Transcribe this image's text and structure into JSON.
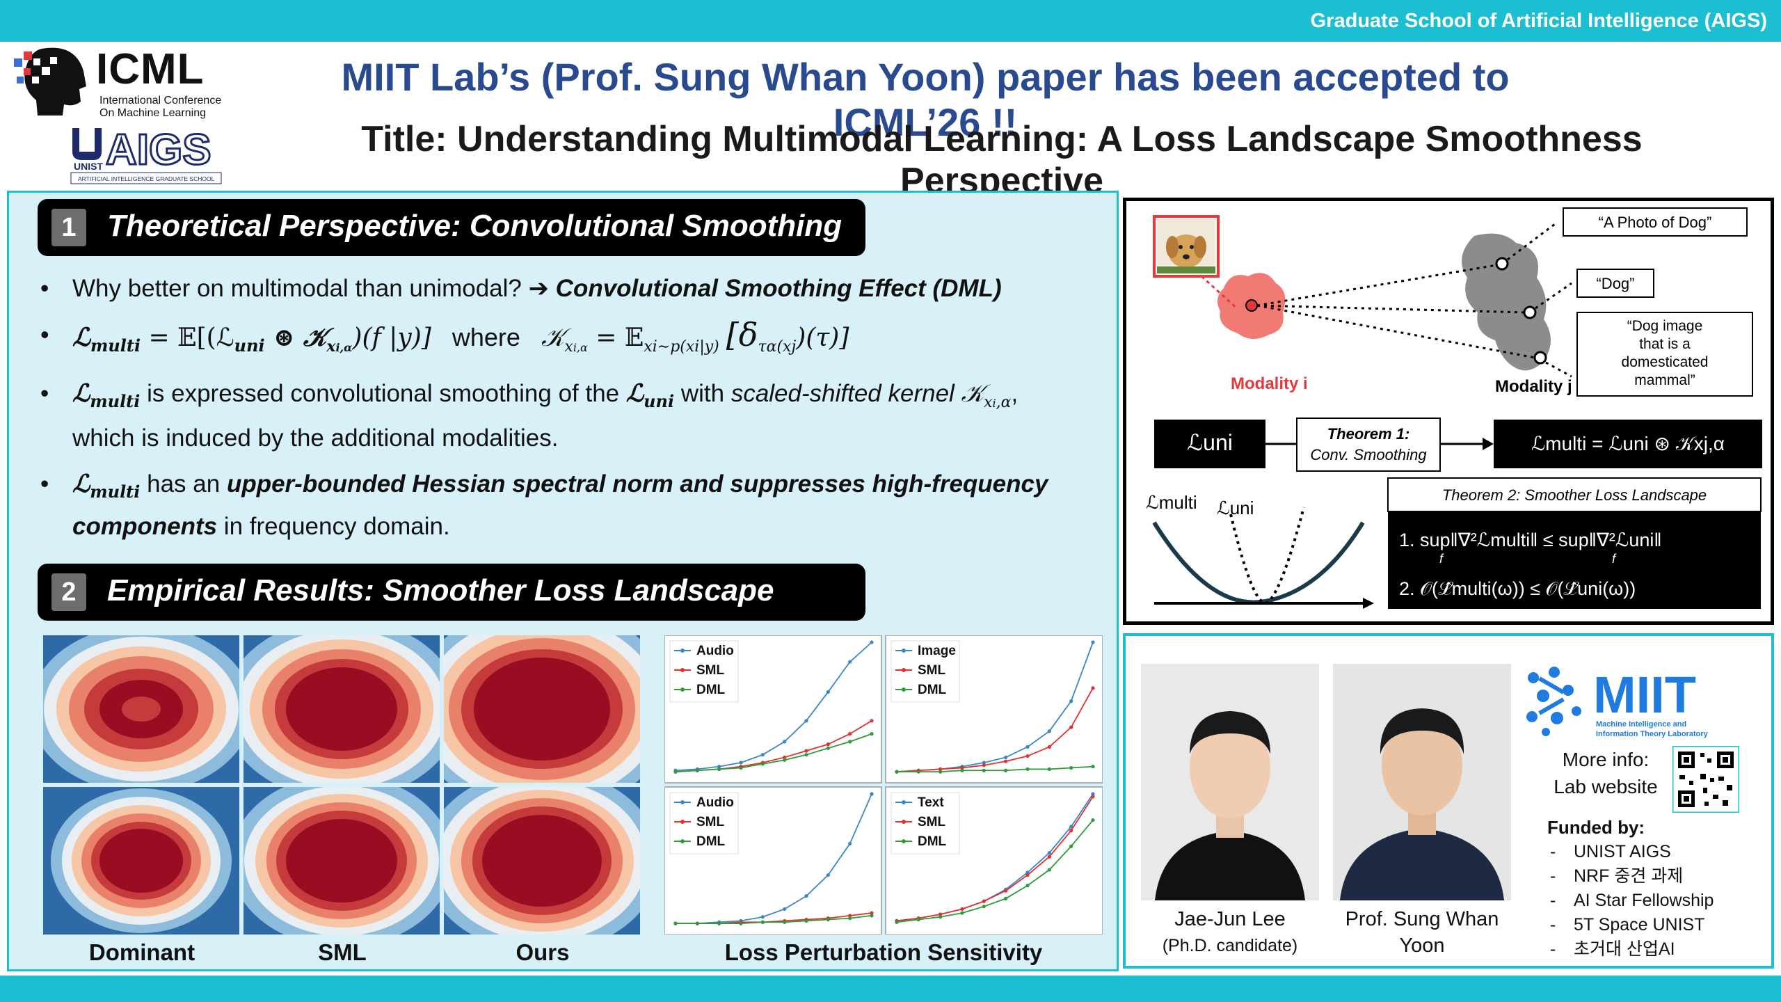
{
  "header": {
    "org": "Graduate School of Artificial Intelligence (AIGS)",
    "headline": "MIIT Lab’s (Prof. Sung Whan Yoon) paper has been accepted to ICML’26 !!",
    "title": "Title: Understanding Multimodal Learning: A Loss Landscape Smoothness Perspective"
  },
  "logos": {
    "icml": "ICML",
    "icml_sub1": "International Conference",
    "icml_sub2": "On Machine Learning",
    "aigs": "AIGS",
    "aigs_unist": "UNIST",
    "aigs_sub": "ARTIFICIAL INTELLIGENCE GRADUATE SCHOOL"
  },
  "section1": {
    "num": "1",
    "title": "Theoretical Perspective: Convolutional Smoothing",
    "b1_text": "Why better on multimodal than unimodal? ➔ ",
    "b1_emph": "Convolutional Smoothing Effect (DML)",
    "b2_lhs": "ℒ",
    "b2_lhs_sub": "multi",
    "b2_eq": " = 𝔼[(ℒ",
    "b2_uni": "uni",
    "b2_conv": " ⊛ 𝒦",
    "b2_k_sub": "x",
    "b2_k_sub2": "i,α",
    "b2_tail": ")(f |y)]",
    "b2_where": "where",
    "b2_rhs": "𝒦",
    "b2_rhs_eq": " = 𝔼",
    "b2_rhs_sub": "x",
    "b2_rhs_dist": "i∼p(x",
    "b2_rhs_dist2": "i",
    "b2_rhs_dist3": "|y)",
    "b2_delta": "[δ",
    "b2_delta_sub": "τ",
    "b2_delta_sub2": "α(x",
    "b2_delta_sub3": "j",
    "b2_delta_tail": ")(τ)]",
    "b3_a": "is expressed convolutional smoothing of the ",
    "b3_b": "with ",
    "b3_c": "scaled-shifted kernel ",
    "b3_d": "which is induced by the additional modalities.",
    "b4_a": "has an ",
    "b4_b": "upper-bounded Hessian spectral norm and suppresses high-frequency components",
    "b4_c": " in frequency domain."
  },
  "section2": {
    "num": "2",
    "title": "Empirical Results: Smoother Loss Landscape",
    "heat_labels": [
      "Dominant",
      "SML",
      "Ours"
    ],
    "chart_label": "Loss Perturbation Sensitivity"
  },
  "chart_data": [
    {
      "type": "line",
      "series": [
        {
          "name": "Audio",
          "values": [
            0.02,
            0.03,
            0.05,
            0.08,
            0.14,
            0.24,
            0.4,
            0.62,
            0.85,
            1.0
          ]
        },
        {
          "name": "SML",
          "values": [
            0.01,
            0.02,
            0.03,
            0.05,
            0.08,
            0.12,
            0.17,
            0.22,
            0.3,
            0.4
          ]
        },
        {
          "name": "DML",
          "values": [
            0.01,
            0.02,
            0.03,
            0.04,
            0.07,
            0.1,
            0.14,
            0.19,
            0.24,
            0.3
          ]
        }
      ]
    },
    {
      "type": "line",
      "series": [
        {
          "name": "Image",
          "values": [
            0.01,
            0.02,
            0.03,
            0.05,
            0.08,
            0.12,
            0.2,
            0.32,
            0.55,
            1.0
          ]
        },
        {
          "name": "SML",
          "values": [
            0.01,
            0.02,
            0.03,
            0.04,
            0.06,
            0.09,
            0.13,
            0.2,
            0.35,
            0.65
          ]
        },
        {
          "name": "DML",
          "values": [
            0.01,
            0.01,
            0.01,
            0.02,
            0.02,
            0.02,
            0.03,
            0.03,
            0.04,
            0.05
          ]
        }
      ]
    },
    {
      "type": "line",
      "series": [
        {
          "name": "Audio",
          "values": [
            0.01,
            0.01,
            0.02,
            0.03,
            0.06,
            0.12,
            0.22,
            0.38,
            0.62,
            1.0
          ]
        },
        {
          "name": "SML",
          "values": [
            0.01,
            0.01,
            0.01,
            0.02,
            0.02,
            0.03,
            0.04,
            0.05,
            0.07,
            0.09
          ]
        },
        {
          "name": "DML",
          "values": [
            0.01,
            0.01,
            0.01,
            0.01,
            0.02,
            0.02,
            0.03,
            0.04,
            0.05,
            0.07
          ]
        }
      ]
    },
    {
      "type": "line",
      "series": [
        {
          "name": "Text",
          "values": [
            0.03,
            0.05,
            0.08,
            0.12,
            0.18,
            0.27,
            0.4,
            0.55,
            0.75,
            1.0
          ]
        },
        {
          "name": "SML",
          "values": [
            0.03,
            0.05,
            0.08,
            0.12,
            0.18,
            0.26,
            0.38,
            0.52,
            0.72,
            0.98
          ]
        },
        {
          "name": "DML",
          "values": [
            0.02,
            0.04,
            0.06,
            0.09,
            0.14,
            0.2,
            0.3,
            0.42,
            0.6,
            0.8
          ]
        }
      ]
    }
  ],
  "diagram": {
    "modality_i": "Modality i",
    "modality_j": "Modality j",
    "cap1": "“A Photo of Dog”",
    "cap2": "“Dog”",
    "cap3_l1": "“Dog image",
    "cap3_l2": "that is a",
    "cap3_l3": "domesticated",
    "cap3_l4": "mammal”",
    "luni": "ℒuni",
    "thm1_l1": "Theorem 1:",
    "thm1_l2": "Conv. Smoothing",
    "lmulti_eq": "ℒmulti = ℒuni ⊛ 𝒦xj,α",
    "plot_lmulti": "ℒmulti",
    "plot_luni": "ℒuni",
    "thm2_title": "Theorem 2: Smoother Loss Landscape",
    "thm2_l1": "1. sup‖∇²ℒmulti‖  ≤ sup‖∇²ℒuni‖",
    "thm2_sub": "f",
    "thm2_l2": "2. 𝒪(ℒ̂multi(ω)) ≤ 𝒪(ℒ̂uni(ω))"
  },
  "people": {
    "p1_name": "Jae-Jun Lee",
    "p1_sub": "(Ph.D. candidate)",
    "p2_name_l1": "Prof. Sung Whan",
    "p2_name_l2": "Yoon",
    "miit": "MIIT",
    "miit_sub1": "Machine Intelligence and",
    "miit_sub2": "Information Theory Laboratory",
    "more_l1": "More info:",
    "more_l2": "Lab website",
    "funded_title": "Funded by:",
    "funded": [
      "UNIST AIGS",
      "NRF 중견 과제",
      "AI Star Fellowship",
      "5T Space UNIST",
      "초거대 산업AI"
    ]
  },
  "colors": {
    "accent": "#1bbfd1",
    "navy": "#2a4a8f",
    "panel": "#d8f0f8",
    "red": "#d93a3a"
  }
}
